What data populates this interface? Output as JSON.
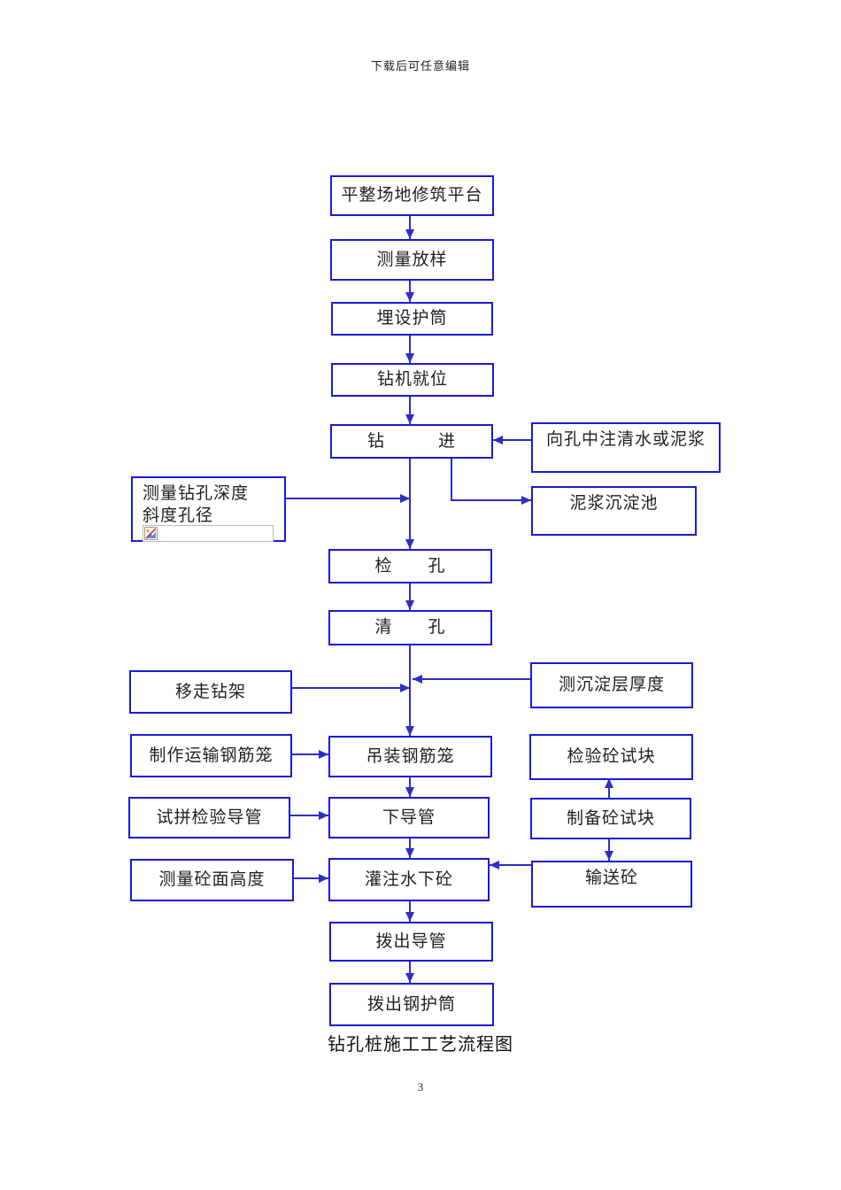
{
  "page": {
    "header": "下载后可任意编辑",
    "caption": "钻孔桩施工工艺流程图",
    "page_number": "3"
  },
  "colors": {
    "box_border": "#1a1ad6",
    "arrow": "#2d2dc8",
    "text": "#1f1f1f"
  },
  "flowchart": {
    "nodes": {
      "level_site": {
        "label": "平整场地修筑平台"
      },
      "survey": {
        "label": "测量放样"
      },
      "casing": {
        "label": "埋设护筒"
      },
      "rig": {
        "label": "钻机就位"
      },
      "drill": {
        "label": "钻　　　进"
      },
      "inject": {
        "label": "向孔中注清水或泥浆"
      },
      "measure_depth": {
        "label": "测量钻孔深度斜度孔径"
      },
      "mud_pool": {
        "label": "泥浆沉淀池"
      },
      "check_hole": {
        "label": "检　　孔"
      },
      "clean_hole": {
        "label": "清　　孔"
      },
      "remove_rig": {
        "label": "移走钻架"
      },
      "sediment": {
        "label": "测沉淀层厚度"
      },
      "make_cage": {
        "label": "制作运输钢筋笼"
      },
      "hoist_cage": {
        "label": "吊装钢筋笼"
      },
      "check_block": {
        "label": "检验砼试块"
      },
      "test_pipe": {
        "label": "试拼检验导管"
      },
      "lower_pipe": {
        "label": "下导管"
      },
      "prepare_block": {
        "label": "制备砼试块"
      },
      "measure_height": {
        "label": "测量砼面高度"
      },
      "pour": {
        "label": "灌注水下砼"
      },
      "transport": {
        "label": "输送砼"
      },
      "pull_pipe": {
        "label": "拨出导管"
      },
      "pull_casing": {
        "label": "拨出钢护筒"
      }
    },
    "icons": {
      "broken_image": "broken-image-icon"
    }
  }
}
